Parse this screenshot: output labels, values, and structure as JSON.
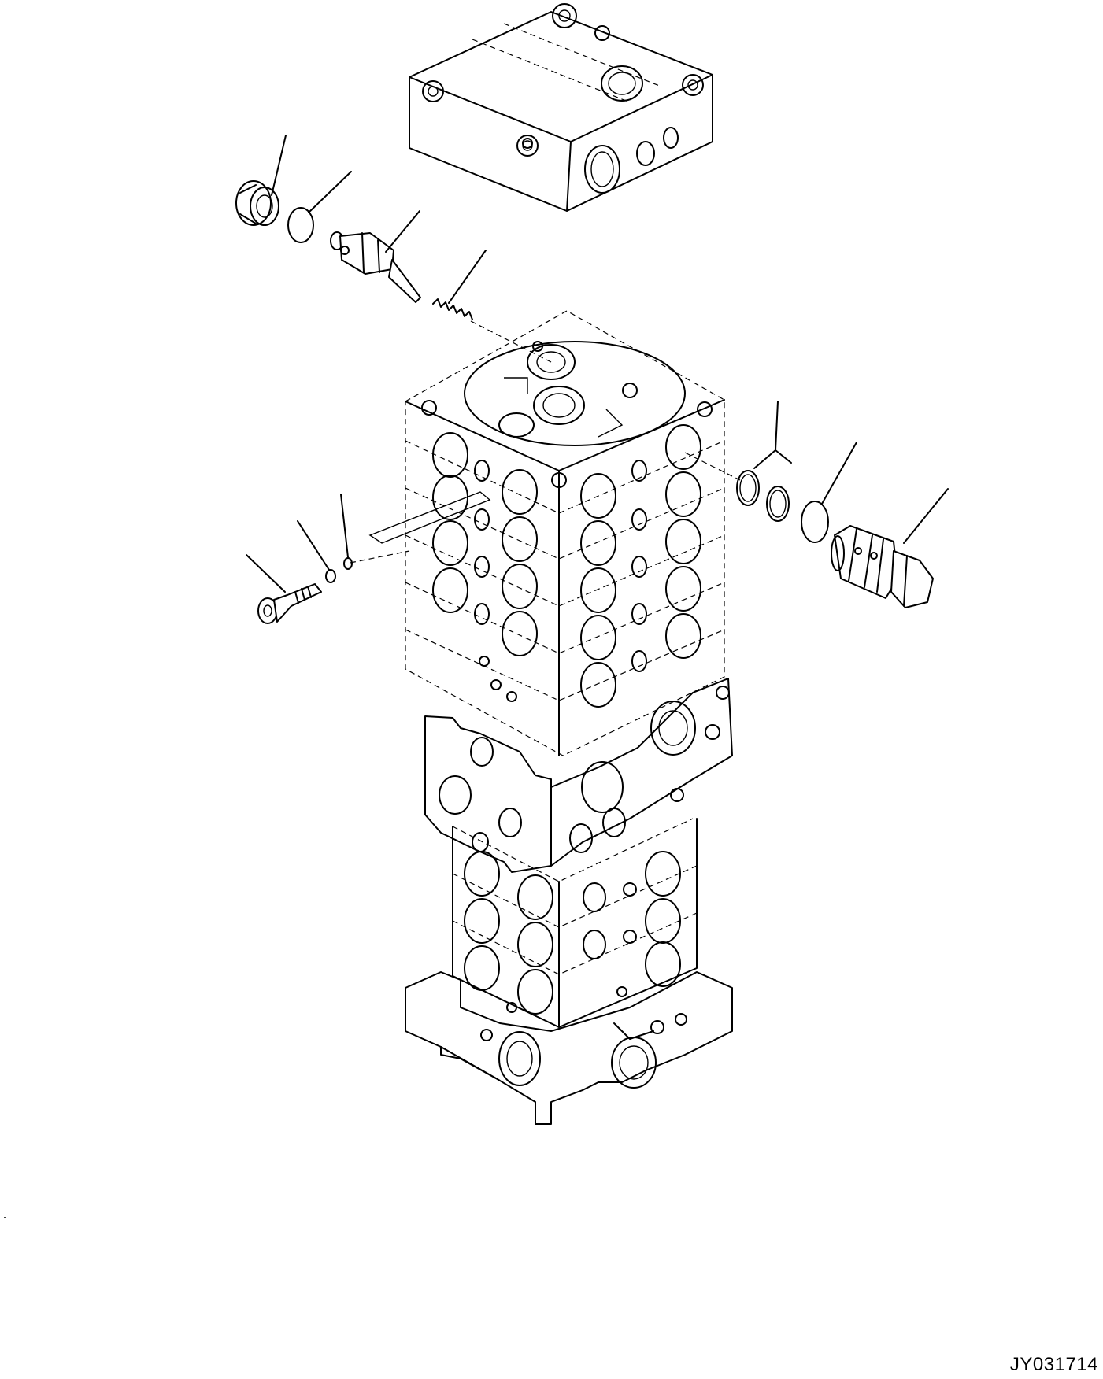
{
  "drawing": {
    "reference_code": "JY031714"
  },
  "parts": [
    {
      "id": "plug",
      "icon": "threaded-plug-icon"
    },
    {
      "id": "o-ring-1",
      "icon": "o-ring-icon"
    },
    {
      "id": "spool",
      "icon": "spool-valve-icon"
    },
    {
      "id": "spring",
      "icon": "coil-spring-icon"
    },
    {
      "id": "backup-rings",
      "icon": "backup-ring-icon"
    },
    {
      "id": "o-ring-2",
      "icon": "o-ring-icon"
    },
    {
      "id": "relief-valve",
      "icon": "relief-valve-cartridge-icon"
    },
    {
      "id": "bolt",
      "icon": "flange-bolt-icon"
    },
    {
      "id": "o-ring-3",
      "icon": "o-ring-icon"
    },
    {
      "id": "o-ring-4",
      "icon": "o-ring-icon"
    }
  ]
}
